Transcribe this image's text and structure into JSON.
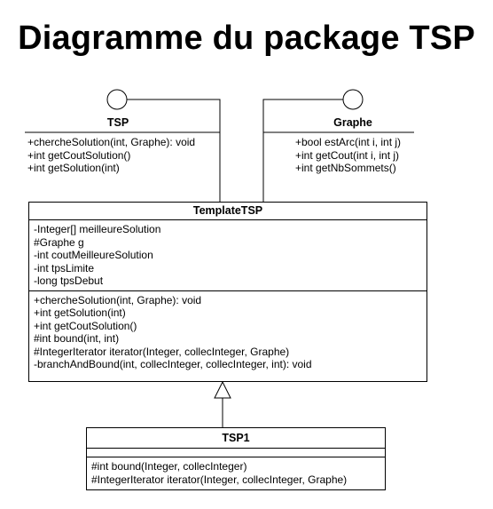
{
  "title": "Diagramme du package TSP",
  "interfaces": [
    {
      "name": "TSP",
      "operations": [
        "+chercheSolution(int, Graphe): void",
        "+int getCoutSolution()",
        "+int getSolution(int)"
      ]
    },
    {
      "name": "Graphe",
      "operations": [
        "+bool estArc(int i, int j)",
        "+int getCout(int i, int j)",
        "+int getNbSommets()"
      ]
    }
  ],
  "template_class": {
    "name": "TemplateTSP",
    "attributes": [
      "-Integer[] meilleureSolution",
      "#Graphe g",
      "-int coutMeilleureSolution",
      "-int tpsLimite",
      "-long tpsDebut"
    ],
    "operations": [
      "+chercheSolution(int, Graphe): void",
      "+int getSolution(int)",
      "+int getCoutSolution()",
      "#int bound(int, int)",
      "#IntegerIterator iterator(Integer, collecInteger, Graphe)",
      "-branchAndBound(int, collecInteger, collecInteger, int): void"
    ]
  },
  "subclass": {
    "name": "TSP1",
    "operations": [
      "#int bound(Integer, collecInteger)",
      "#IntegerIterator iterator(Integer, collecInteger, Graphe)"
    ]
  }
}
